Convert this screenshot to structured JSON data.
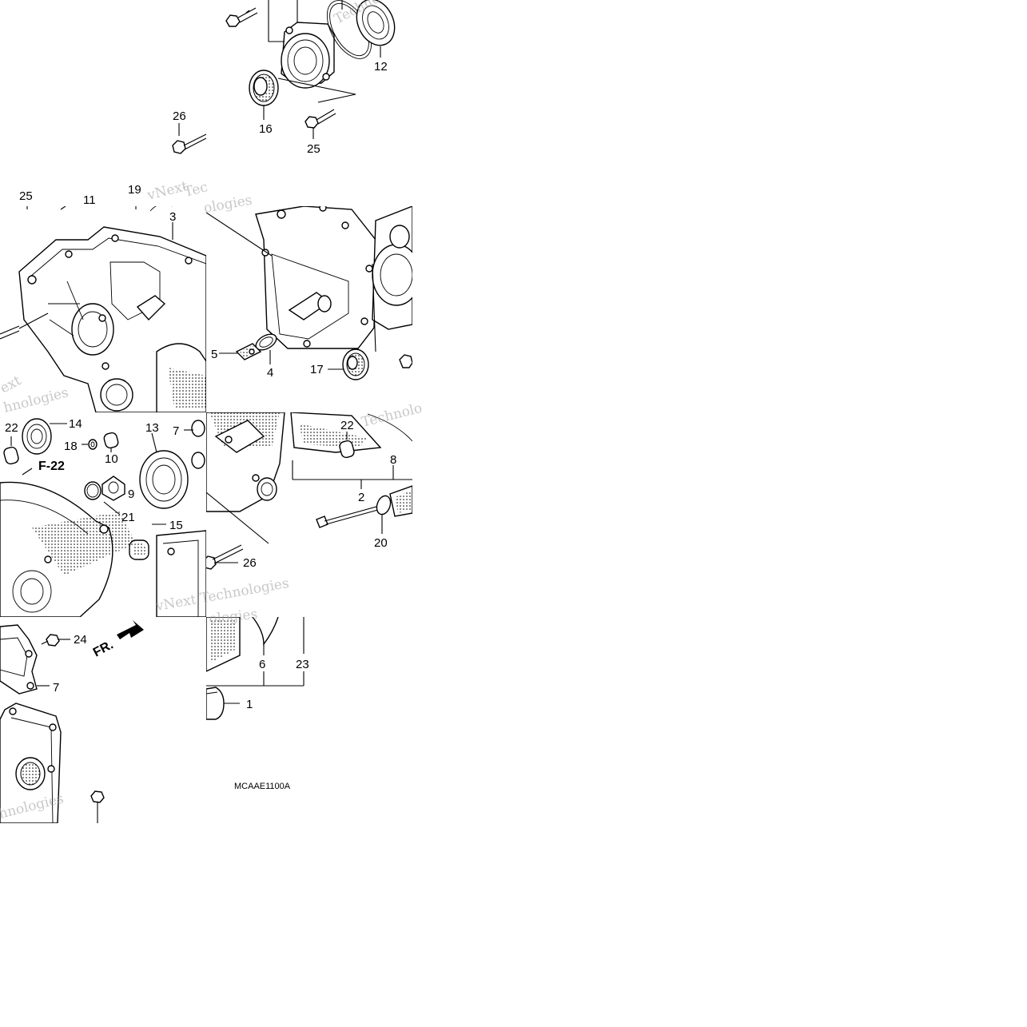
{
  "diagram": {
    "code": "MCAAE1100A",
    "watermark": "vNext Technologies",
    "watermark_parts": [
      "vNext",
      "Tec",
      "ext",
      "hnologies",
      "Technolo",
      "ologies"
    ],
    "callouts": [
      "1",
      "2",
      "3",
      "4",
      "5",
      "6",
      "7",
      "7",
      "8",
      "9",
      "10",
      "11",
      "12",
      "13",
      "14",
      "15",
      "16",
      "17",
      "18",
      "19",
      "20",
      "21",
      "22",
      "22",
      "23",
      "24",
      "25",
      "25",
      "26",
      "26"
    ],
    "reference": "F-22",
    "direction": "FR."
  }
}
